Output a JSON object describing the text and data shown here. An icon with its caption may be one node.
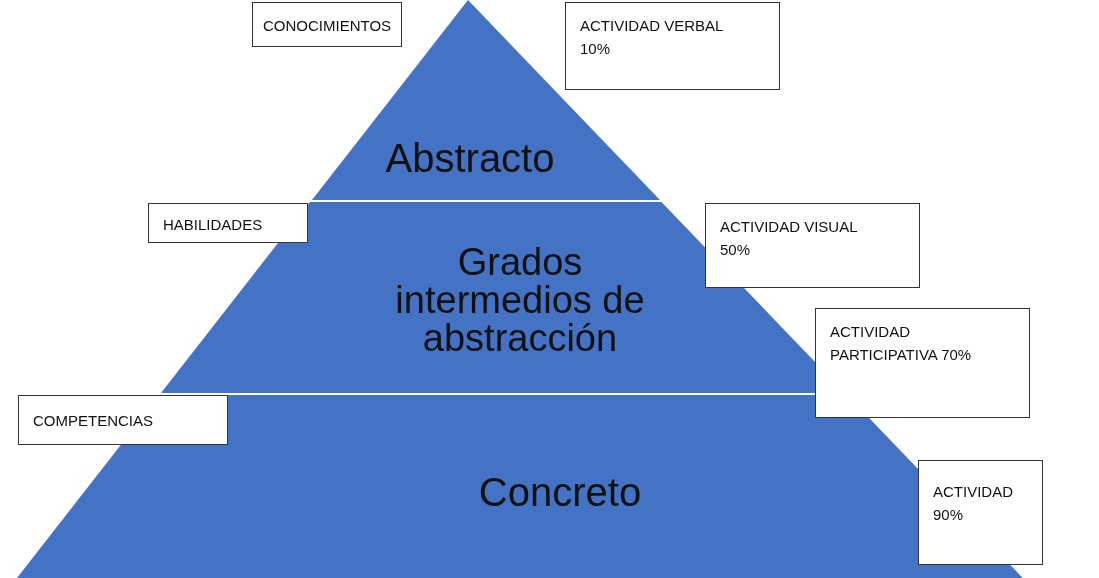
{
  "diagram": {
    "nodes": [
      {
        "text": [
          "CONOCIMIENTOS"
        ]
      },
      {
        "text": [
          "ACTIVIDAD VERBAL 10%"
        ]
      },
      {
        "text": [
          "Abstracto"
        ]
      },
      {
        "text": [
          "HABILIDADES"
        ]
      },
      {
        "text": [
          "ACTIVIDAD VISUAL 50%"
        ]
      },
      {
        "text": [
          "Grados intermedios de abstracción"
        ]
      },
      {
        "text": [
          "ACTIVIDAD PARTICIPATIVA 70%"
        ]
      },
      {
        "text": [
          "COMPETENCIAS"
        ]
      },
      {
        "text": [
          "Concreto"
        ]
      },
      {
        "text": [
          "ACTIVIDAD 90%"
        ]
      }
    ]
  }
}
